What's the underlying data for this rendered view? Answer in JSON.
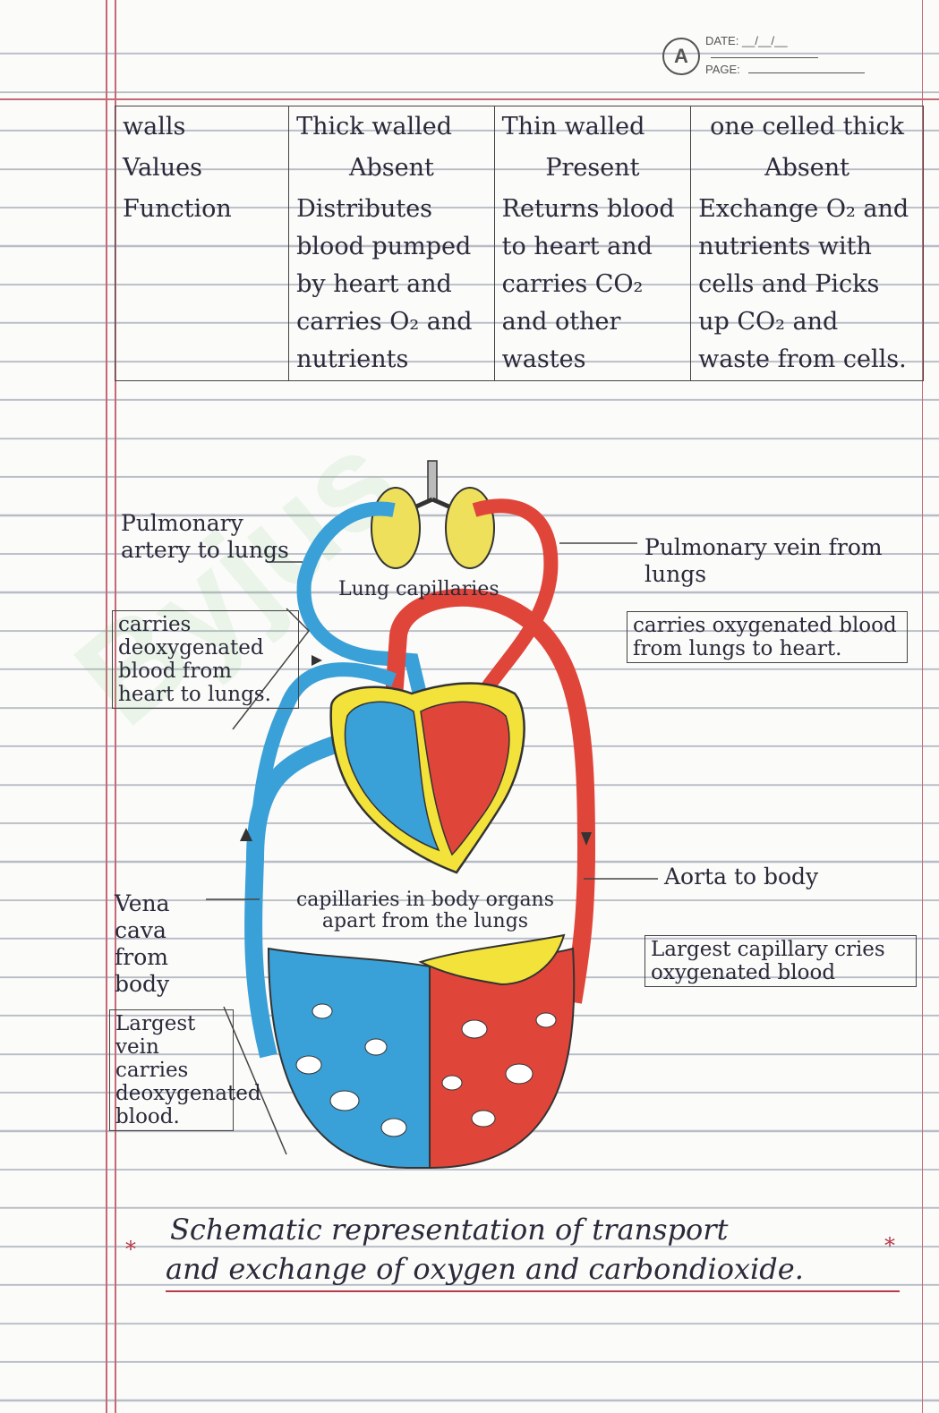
{
  "header": {
    "date_label": "DATE:",
    "date_value": "__/__/__",
    "page_label": "PAGE:",
    "logo": "A"
  },
  "table": {
    "rows": [
      {
        "c1": "walls",
        "c2": "Thick walled",
        "c3": "Thin walled",
        "c4": "one celled thick"
      },
      {
        "c1": "Values",
        "c2": "Absent",
        "c3": "Present",
        "c4": "Absent"
      },
      {
        "c1": "Function",
        "c2": "Distributes blood pumped by heart and carries O₂ and nutrients",
        "c3": "Returns blood to heart and carries CO₂ and other wastes",
        "c4": "Exchange O₂ and nutrients with cells and Picks up CO₂ and waste from cells."
      }
    ]
  },
  "diagram": {
    "labels": {
      "pulmonary_artery": "Pulmonary artery to lungs",
      "pulmonary_artery_note": "carries deoxygenated blood from heart to lungs.",
      "lung_capillaries": "Lung capillaries",
      "pulmonary_vein": "Pulmonary vein from lungs",
      "pulmonary_vein_note": "carries oxygenated blood from lungs to heart.",
      "aorta": "Aorta to body",
      "aorta_note": "Largest capillary cries oxygenated blood",
      "vena_cava": "Vena cava from body",
      "vena_cava_note": "Largest vein carries deoxygenated blood.",
      "body_capillaries": "capillaries in body organs apart from the lungs"
    },
    "colors": {
      "deoxygenated": "#3aa0d8",
      "oxygenated": "#e0453a",
      "heart_wall": "#f2e23a",
      "lung": "#eee05a"
    }
  },
  "caption": {
    "line1": "Schematic representation of transport",
    "line2": "and exchange of oxygen and carbondioxide.",
    "star": "*"
  },
  "watermark": "Byjus"
}
